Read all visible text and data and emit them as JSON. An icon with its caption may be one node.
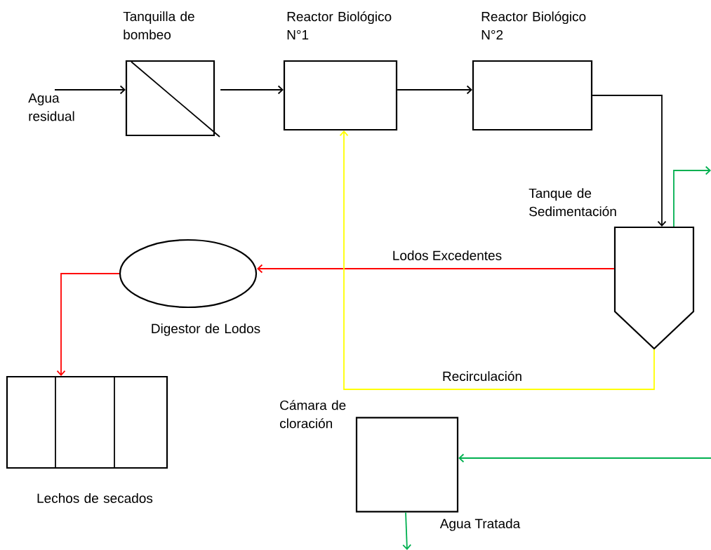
{
  "diagram": {
    "nodes": [
      {
        "text": [
          "Agua residual"
        ]
      },
      {
        "text": [
          "Tanquilla de bombeo"
        ]
      },
      {
        "text": [
          "Reactor Biológico N°1"
        ]
      },
      {
        "text": [
          "Reactor Biológico N°2"
        ]
      },
      {
        "text": [
          "Tanque de Sedimentación"
        ]
      },
      {
        "text": [
          "Digestor de Lodos"
        ]
      },
      {
        "text": [
          "Lechos de secados"
        ]
      },
      {
        "text": [
          "Cámara de cloración"
        ]
      }
    ],
    "edges": [
      {
        "from": 0,
        "to": 1,
        "arrow": "to"
      },
      {
        "from": 1,
        "to": 2,
        "arrow": "to"
      },
      {
        "from": 2,
        "to": 3,
        "arrow": "to"
      },
      {
        "from": 3,
        "to": 4,
        "arrow": "to"
      },
      {
        "from": 4,
        "to": 5,
        "arrow": "to",
        "label": "Lodos Excedentes",
        "color": "#ff0000"
      },
      {
        "from": 5,
        "to": 6,
        "arrow": "to",
        "color": "#ff0000"
      },
      {
        "from": 4,
        "to": 2,
        "arrow": "to",
        "label": "Recirculación",
        "color": "#ffff00"
      },
      {
        "from": 4,
        "to": null,
        "arrow": "to",
        "color": "#00b050"
      },
      {
        "from": null,
        "to": 7,
        "arrow": "to",
        "color": "#00b050"
      },
      {
        "from": 7,
        "to": null,
        "arrow": "to",
        "label": "Agua Tratada",
        "color": "#00b050"
      }
    ]
  }
}
